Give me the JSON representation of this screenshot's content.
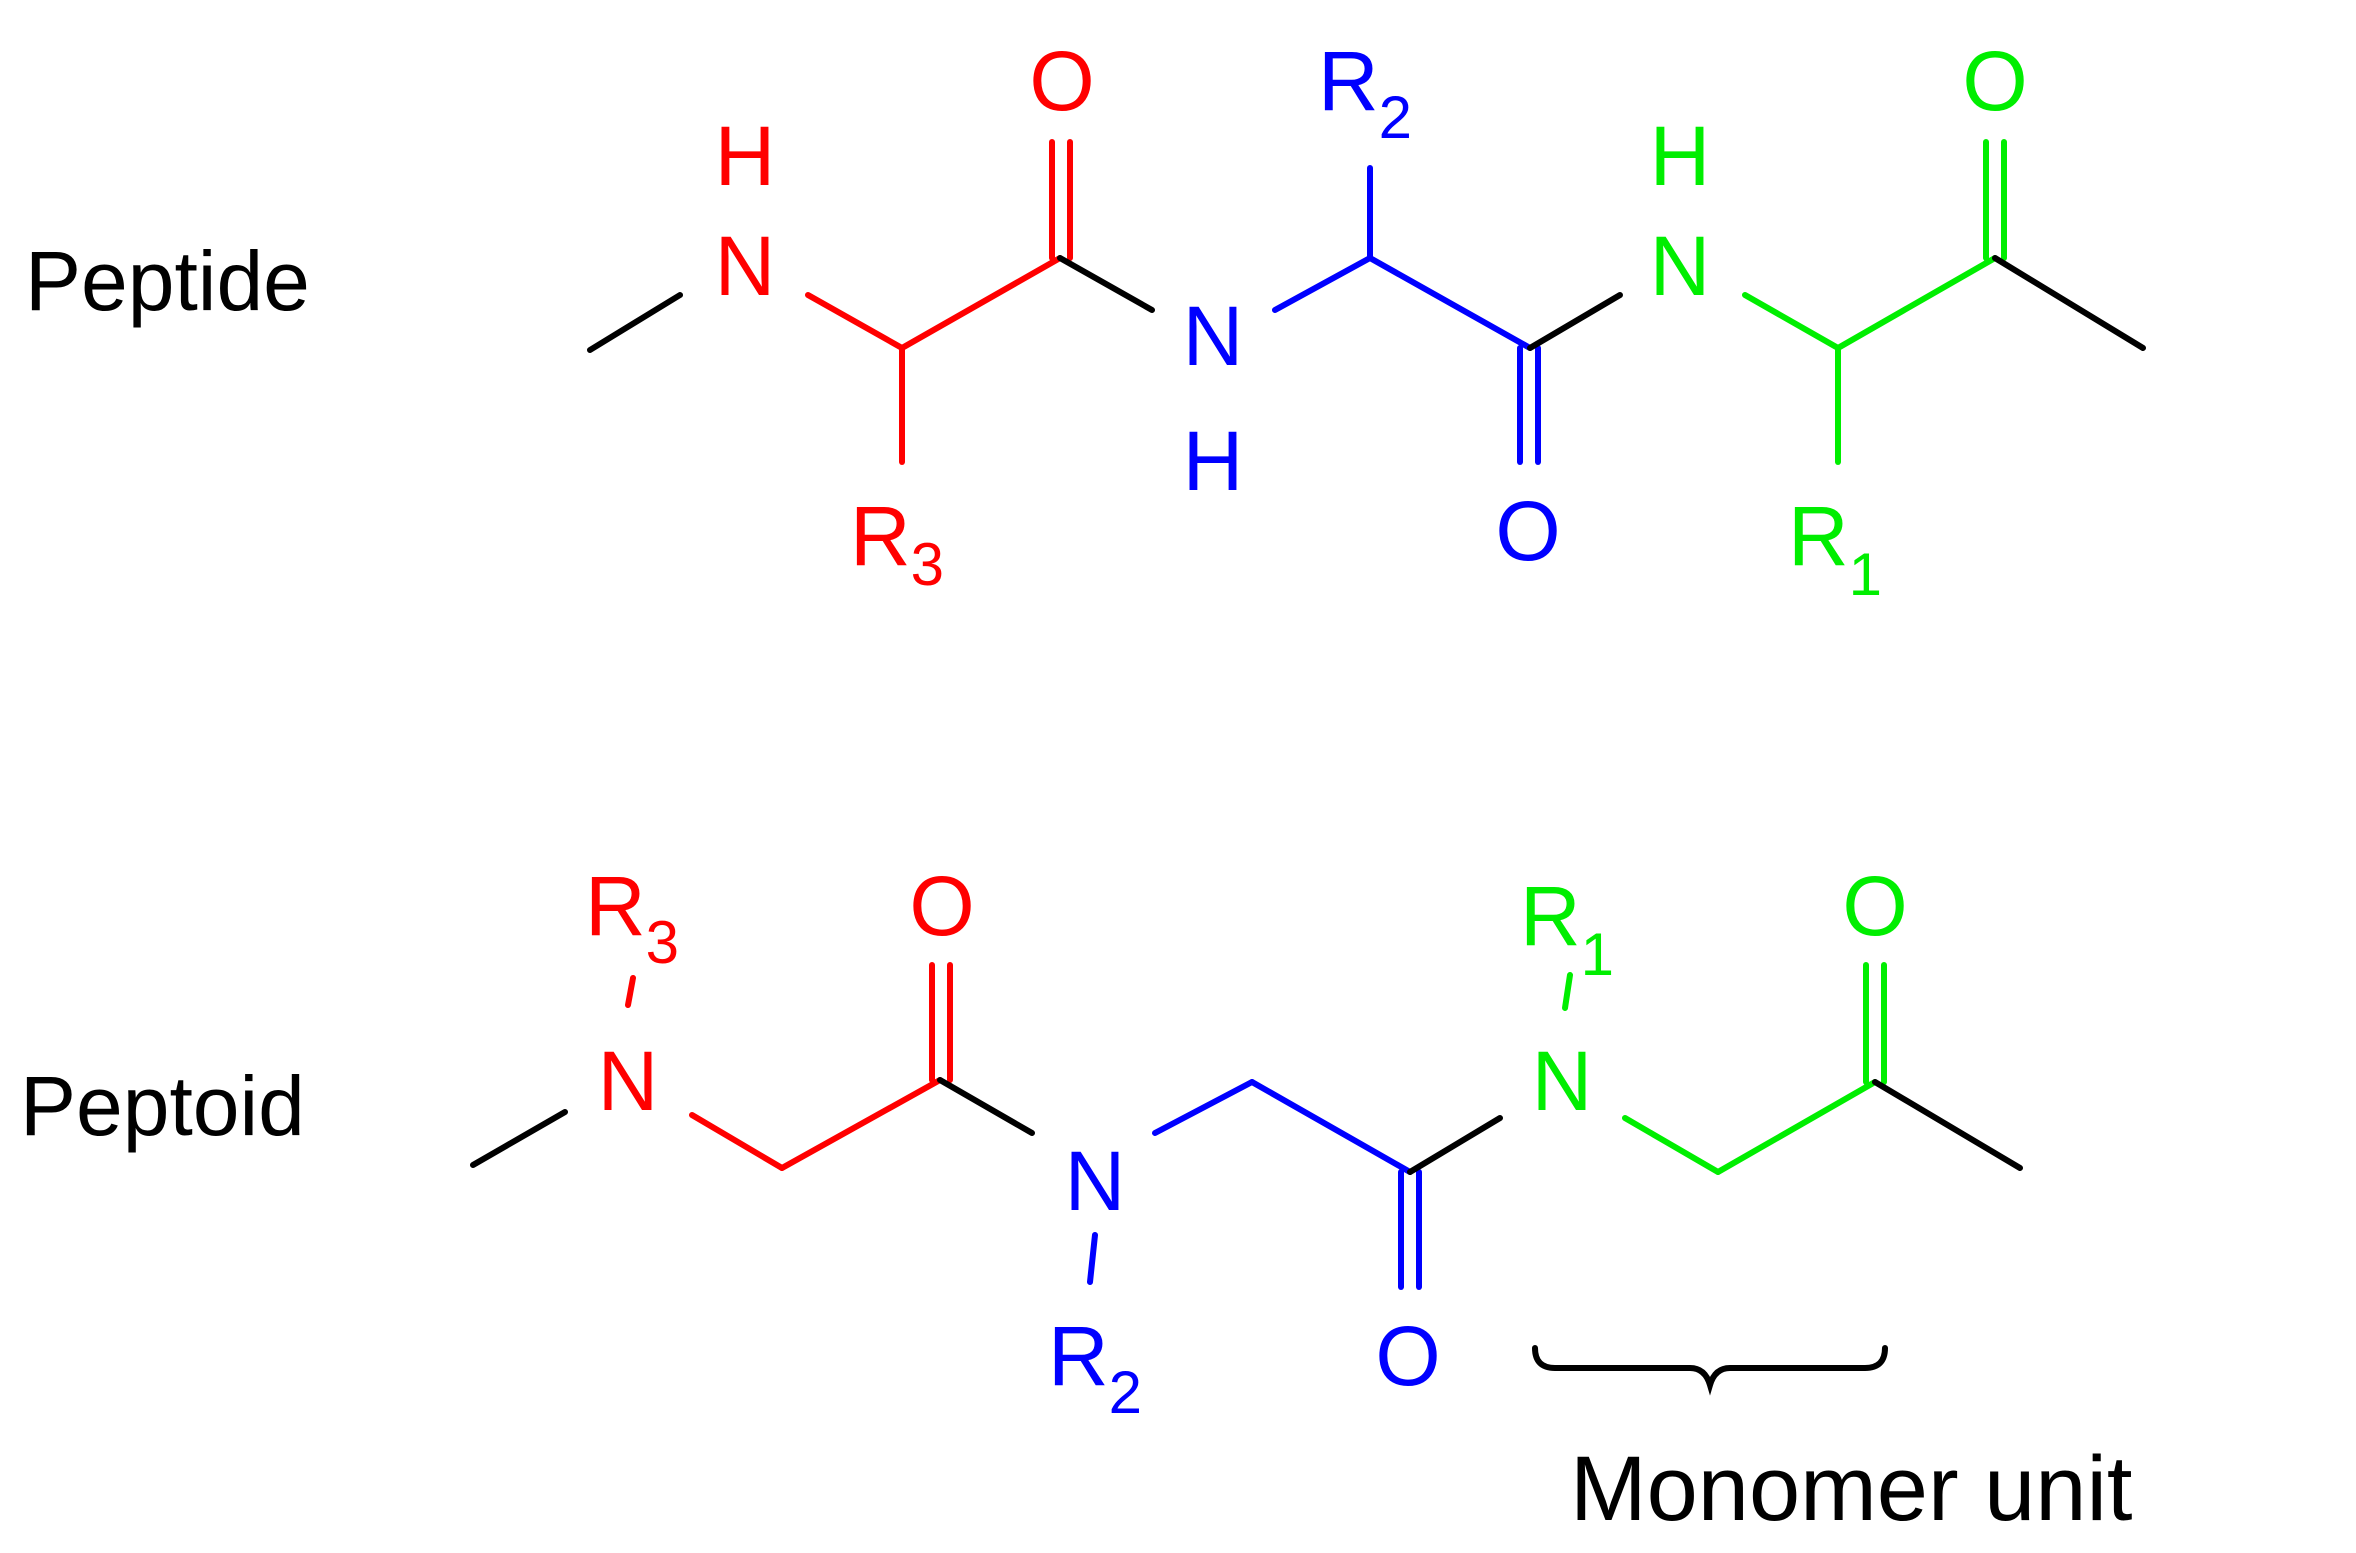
{
  "labels": {
    "peptide": "Peptide",
    "peptoid": "Peptoid",
    "monomer_unit": "Monomer unit"
  },
  "atoms": {
    "H": "H",
    "N": "N",
    "O": "O",
    "R": "R"
  },
  "subscripts": {
    "one": "1",
    "two": "2",
    "three": "3"
  },
  "colors": {
    "residue_3": "#ff0000",
    "residue_2": "#0000ff",
    "residue_1": "#00ee00",
    "backbone": "#000000"
  }
}
